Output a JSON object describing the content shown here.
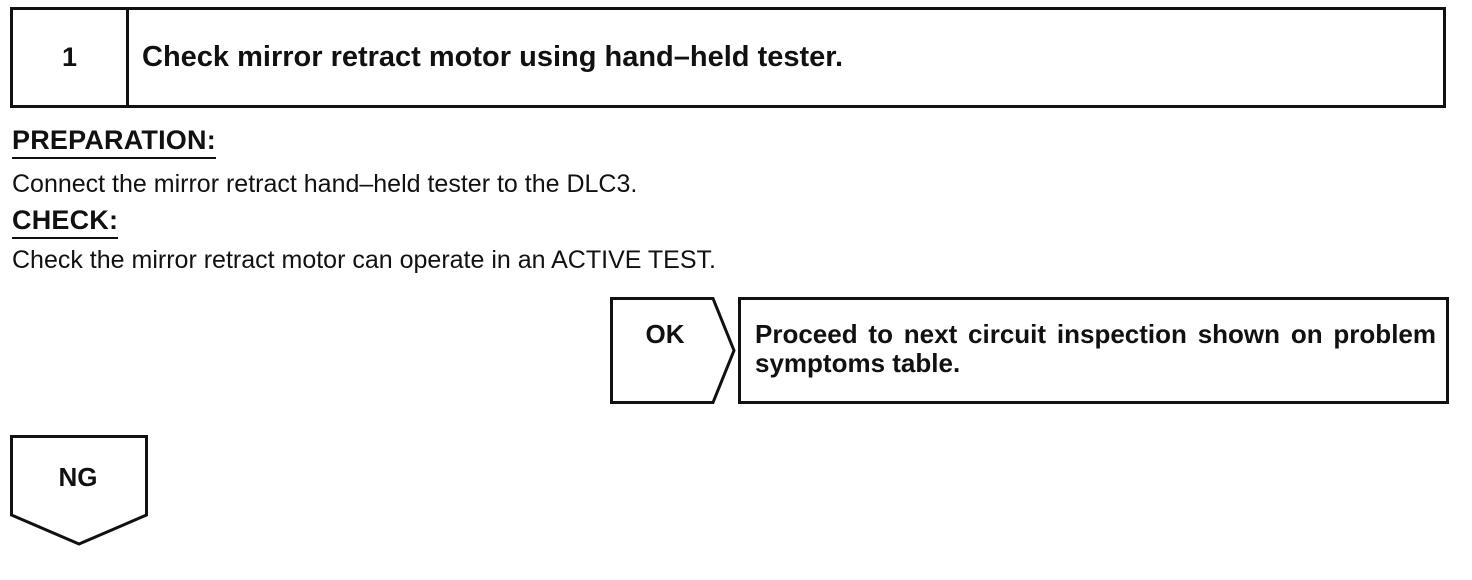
{
  "step": {
    "number": "1",
    "title": "Check mirror retract motor using hand–held tester."
  },
  "preparation": {
    "label": "PREPARATION:",
    "text": "Connect the mirror retract hand–held tester to the DLC3."
  },
  "check": {
    "label": "CHECK:",
    "text": "Check the mirror retract motor can operate in an ACTIVE TEST."
  },
  "ok_branch": {
    "label": "OK",
    "result": "Proceed to next circuit inspection shown on problem symptoms table."
  },
  "ng_branch": {
    "label": "NG"
  }
}
